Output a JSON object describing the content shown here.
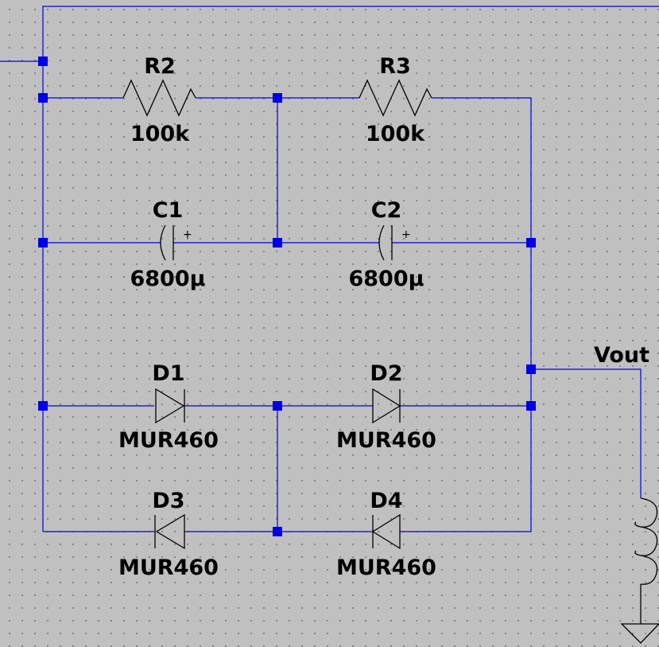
{
  "components": [
    {
      "id": "r2",
      "ref": "R2",
      "value": "100k",
      "kind": "resistor"
    },
    {
      "id": "r3",
      "ref": "R3",
      "value": "100k",
      "kind": "resistor"
    },
    {
      "id": "c1",
      "ref": "C1",
      "value": "6800µ",
      "kind": "polarized-capacitor"
    },
    {
      "id": "c2",
      "ref": "C2",
      "value": "6800µ",
      "kind": "polarized-capacitor"
    },
    {
      "id": "d1",
      "ref": "D1",
      "value": "MUR460",
      "kind": "diode"
    },
    {
      "id": "d2",
      "ref": "D2",
      "value": "MUR460",
      "kind": "diode"
    },
    {
      "id": "d3",
      "ref": "D3",
      "value": "MUR460",
      "kind": "diode"
    },
    {
      "id": "d4",
      "ref": "D4",
      "value": "MUR460",
      "kind": "diode"
    }
  ],
  "net_labels": {
    "vout": "Vout"
  },
  "polarity_mark": "+",
  "colors": {
    "background": "#c0c0c0",
    "wire": "#0000e6",
    "part": "#000000",
    "grid_dot": "#707070"
  }
}
